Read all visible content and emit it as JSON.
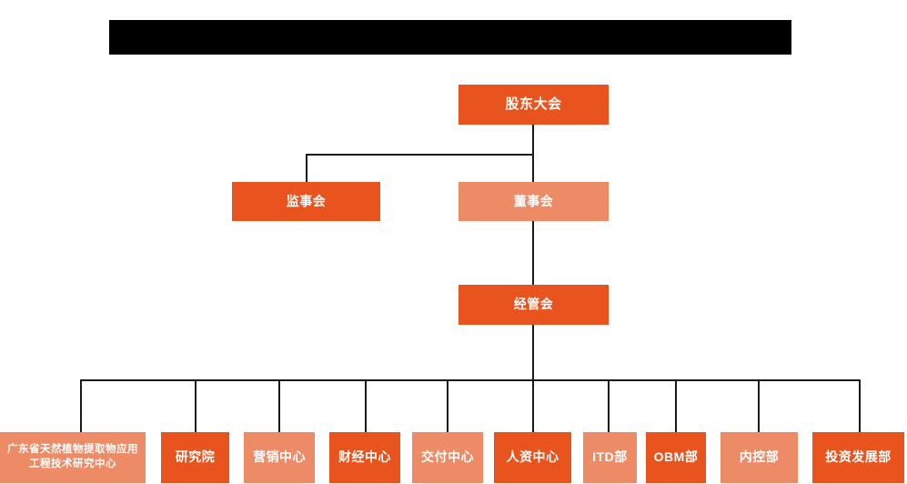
{
  "chart_title_bar": {
    "name": "redacted-title-bar",
    "redacted": true,
    "color": "#000000"
  },
  "palette": {
    "dark_orange": "#E8531E",
    "light_orange": "#ED8B66",
    "line": "#1a1a1a",
    "background": "#ffffff",
    "text": "#ffffff"
  },
  "levels": {
    "level1": {
      "label": "股东大会"
    },
    "level2": [
      {
        "label": "监事会",
        "tone": "dark"
      },
      {
        "label": "董事会",
        "tone": "light"
      }
    ],
    "level3": {
      "label": "经管会"
    }
  },
  "departments": [
    {
      "label": "广东省天然植物提取物应用工程技术研究中心",
      "tone": "light",
      "multiline": true
    },
    {
      "label": "研究院",
      "tone": "dark"
    },
    {
      "label": "营销中心",
      "tone": "light"
    },
    {
      "label": "财经中心",
      "tone": "dark"
    },
    {
      "label": "交付中心",
      "tone": "light"
    },
    {
      "label": "人资中心",
      "tone": "dark"
    },
    {
      "label": "ITD部",
      "tone": "light"
    },
    {
      "label": "OBM部",
      "tone": "dark"
    },
    {
      "label": "内控部",
      "tone": "light"
    },
    {
      "label": "投资发展部",
      "tone": "dark"
    }
  ]
}
